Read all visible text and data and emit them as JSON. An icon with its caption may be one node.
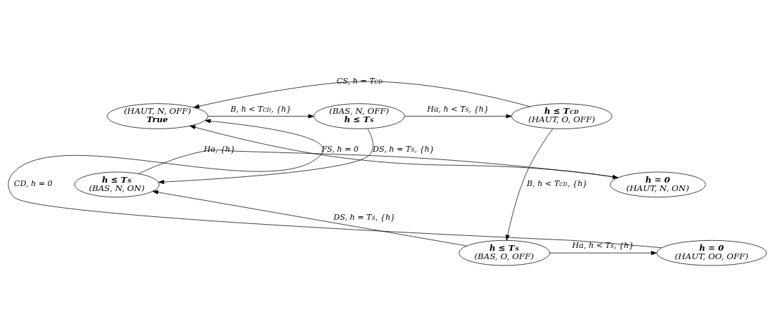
{
  "diagram": {
    "nodes": [
      {
        "text": [
          "(HAUT, N, OFF)",
          "True"
        ]
      },
      {
        "text": [
          "(BAS, N, OFF)",
          "h ≤ T$_{S}$"
        ]
      },
      {
        "text": [
          "h ≤ T$_{CD}$",
          "(HAUT, O, OFF)"
        ]
      },
      {
        "text": [
          "h = 0",
          "(HAUT, N, ON)"
        ]
      },
      {
        "text": [
          "h ≤ T$_{S}$",
          "(BAS, N, ON)"
        ]
      },
      {
        "text": [
          "h = 0",
          "(HAUT, OO, OFF)"
        ]
      },
      {
        "text": [
          "h ≤ T$_{S}$",
          "(BAS, O, OFF)"
        ]
      }
    ],
    "edges": [
      {
        "from": 2,
        "to": 0,
        "arrow": "to",
        "label": "CS, h = T$_{CD}$"
      },
      {
        "from": 0,
        "to": 1,
        "arrow": "to",
        "label": "B, h < T$_{CD}$, {h}"
      },
      {
        "from": 1,
        "to": 2,
        "arrow": "to",
        "label": "Ha, h < T$_{S}$, {h}"
      },
      {
        "from": 1,
        "to": 4,
        "arrow": "to",
        "label": "DS, h = T$_{S}$, {h}"
      },
      {
        "from": 2,
        "to": 6,
        "arrow": "to",
        "label": "B, h < T$_{CD}$, {h}"
      },
      {
        "from": 4,
        "to": 3,
        "arrow": "to",
        "label": "Ha, {h}"
      },
      {
        "from": 3,
        "to": 0,
        "arrow": "to",
        "label": "FS, h = 0"
      },
      {
        "from": 6,
        "to": 4,
        "arrow": "to",
        "label": "DS, h = T$_{S}$, {h}"
      },
      {
        "from": 6,
        "to": 5,
        "arrow": "to",
        "label": "Ha, h < T$_{S}$, {h}"
      },
      {
        "from": 5,
        "to": 0,
        "arrow": "to",
        "label": "CD, h = 0"
      }
    ]
  }
}
